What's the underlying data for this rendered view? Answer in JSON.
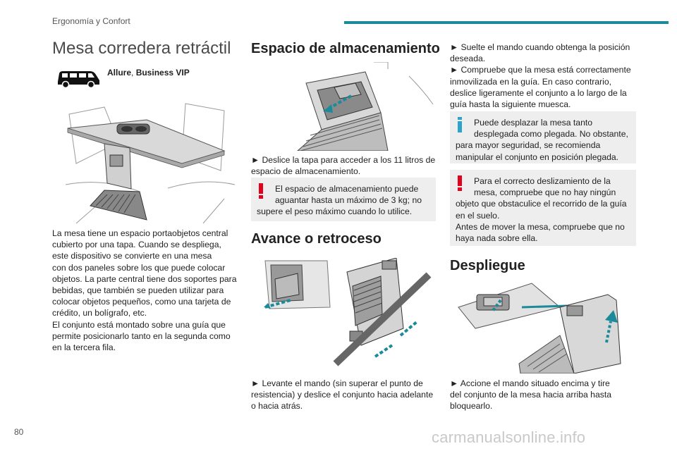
{
  "header": {
    "section": "Ergonomía y Confort",
    "accent_color": "#1b8a9a"
  },
  "page_number": "80",
  "watermark": "carmanualsonline.info",
  "col1": {
    "title": "Mesa corredera retráctil",
    "version_bold1": "Allure",
    "version_sep": ", ",
    "version_bold2": "Business VIP",
    "icon": "van-icon",
    "body": [
      "La mesa tiene un espacio portaobjetos central",
      "cubierto por una tapa. Cuando se despliega,",
      "este dispositivo se convierte en una mesa",
      "con dos paneles sobre los que puede colocar",
      "objetos. La parte central tiene dos soportes para",
      "bebidas, que también se pueden utilizar para",
      "colocar objetos pequeños, como una tarjeta de",
      "crédito, un bolígrafo, etc.",
      "El conjunto está montado sobre una guía que",
      "permite posicionarlo tanto en la segunda como",
      "en la tercera fila."
    ]
  },
  "col2": {
    "storage_title": "Espacio de almacenamiento",
    "storage_step": [
      "► Deslice la tapa para acceder a los 11 litros de",
      "espacio de almacenamiento."
    ],
    "warning1": [
      "El espacio de almacenamiento puede",
      "aguantar hasta un máximo de 3 kg; no",
      "supere el peso máximo cuando lo utilice."
    ],
    "move_title": "Avance o retroceso",
    "move_step": [
      "► Levante el mando (sin superar el punto de",
      "resistencia) y deslice el conjunto hacia adelante",
      "o hacia atrás."
    ]
  },
  "col3": {
    "steps": [
      "► Suelte el mando cuando obtenga la posición",
      "deseada.",
      "► Compruebe que la mesa está correctamente",
      "inmovilizada en la guía. En caso contrario,",
      "deslice ligeramente el conjunto a lo largo de la",
      "guía hasta la siguiente muesca."
    ],
    "info1": [
      "Puede desplazar la mesa tanto",
      "desplegada como plegada. No obstante,",
      "para mayor seguridad, se recomienda",
      "manipular el conjunto en posición plegada."
    ],
    "warning2": [
      "Para el correcto deslizamiento de la",
      "mesa, compruebe que no hay ningún",
      "objeto que obstaculice el recorrido de la guía",
      "en el suelo.",
      "Antes de mover la mesa, compruebe que no",
      "haya nada sobre ella."
    ],
    "deploy_title": "Despliegue",
    "deploy_step": [
      "► Accione el mando situado encima y tire",
      "del conjunto de la mesa hacia arriba hasta",
      "bloquearlo."
    ]
  },
  "colors": {
    "warning": "#e2001a",
    "info": "#2aa5c9",
    "box_bg": "#eeeeee",
    "arrow": "#1b8a9a"
  }
}
